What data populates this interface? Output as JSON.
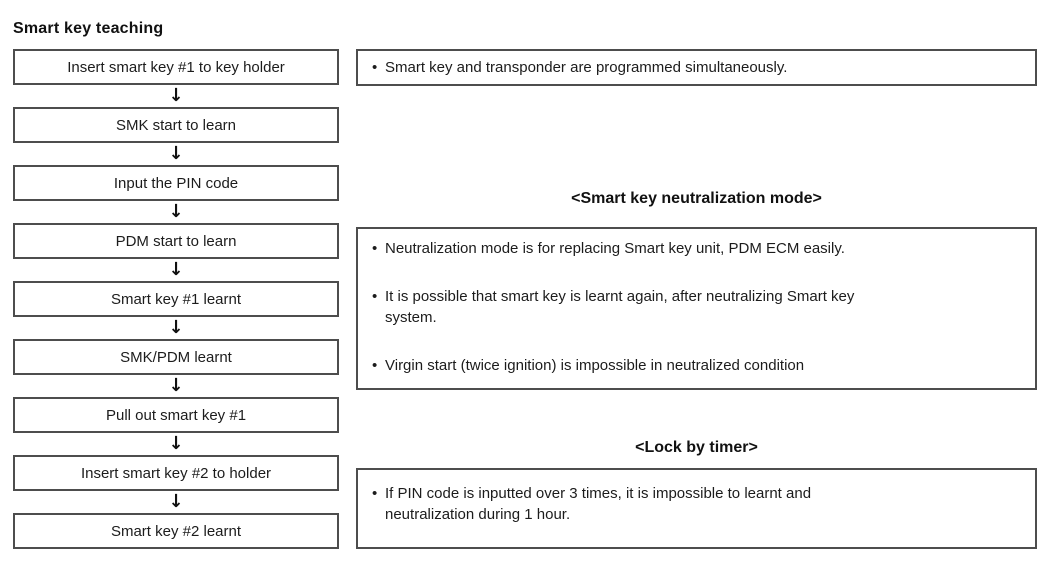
{
  "title": "Smart key teaching",
  "colors": {
    "background": "#ffffff",
    "border": "#4d4d4d",
    "text": "#1c1c1c"
  },
  "flowchart": {
    "arrow_glyph": "↓",
    "steps": [
      "Insert smart key #1 to key holder",
      "SMK start to learn",
      "Input the PIN code",
      "PDM start to learn",
      "Smart key #1 learnt",
      "SMK/PDM learnt",
      "Pull out smart key #1",
      "Insert smart key #2 to holder",
      "Smart key #2 learnt"
    ]
  },
  "notes": {
    "bullet_glyph": "•",
    "programming": {
      "bullets": [
        "Smart key and transponder are programmed simultaneously."
      ]
    },
    "neutralization": {
      "heading": "<Smart key neutralization mode>",
      "bullets": [
        "Neutralization mode is for replacing Smart key unit, PDM ECM easily.",
        "It is possible that smart key is learnt again, after neutralizing Smart key\nsystem.",
        "Virgin start (twice ignition) is impossible in neutralized condition"
      ]
    },
    "lock_by_timer": {
      "heading": "<Lock by timer>",
      "bullets": [
        "If PIN code is inputted over 3 times, it is impossible to learnt and\nneutralization during 1 hour."
      ]
    }
  }
}
